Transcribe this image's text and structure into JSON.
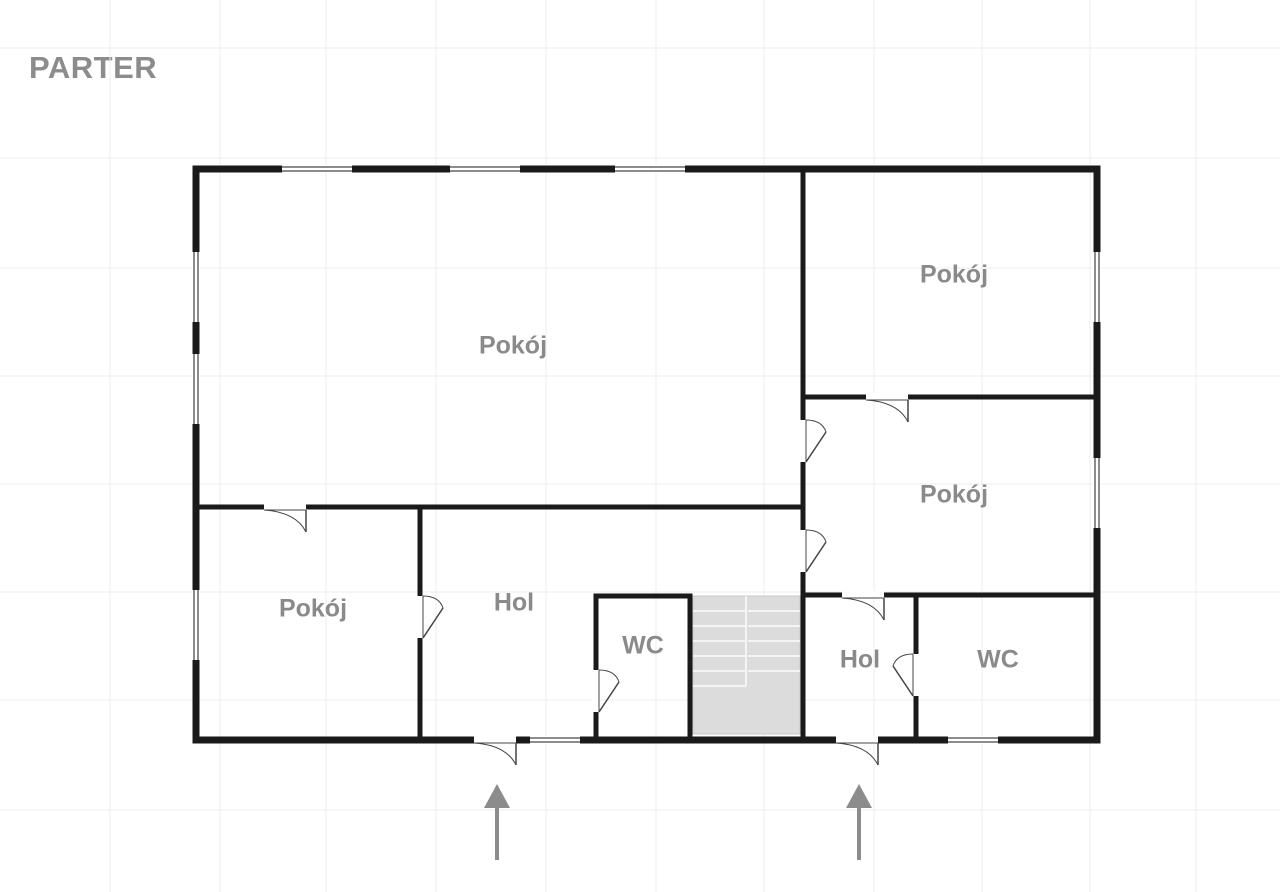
{
  "floor": {
    "title": "PARTER"
  },
  "rooms": [
    {
      "id": "pokoj-main",
      "label": "Pokój"
    },
    {
      "id": "pokoj-top-right",
      "label": "Pokój"
    },
    {
      "id": "pokoj-mid-right",
      "label": "Pokój"
    },
    {
      "id": "pokoj-left",
      "label": "Pokój"
    },
    {
      "id": "hol-center",
      "label": "Hol"
    },
    {
      "id": "wc-center",
      "label": "WC"
    },
    {
      "id": "hol-right",
      "label": "Hol"
    },
    {
      "id": "wc-right",
      "label": "WC"
    }
  ],
  "colors": {
    "wall": "#1a1a1a",
    "label": "#8a8a8a",
    "grid": "#ededed",
    "stairs": "#d9d9d9",
    "arrow": "#8c8c8c"
  }
}
